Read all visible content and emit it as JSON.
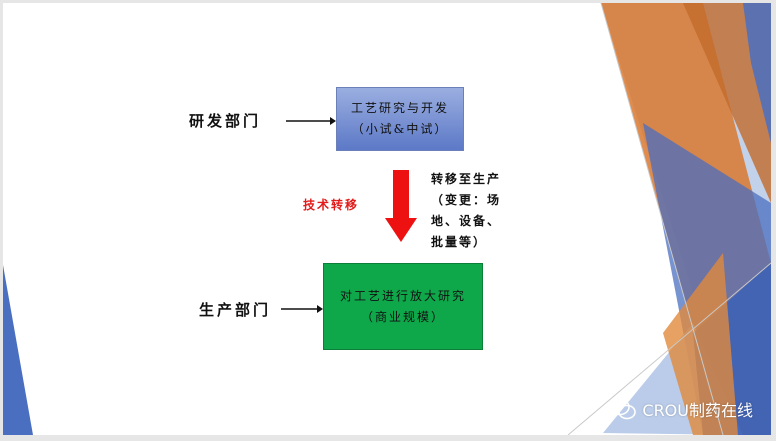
{
  "diagram": {
    "rd_department_label": "研发部门",
    "production_department_label": "生产部门",
    "process_box": {
      "title": "工艺研究与开发",
      "subtitle": "（小试&中试）"
    },
    "scaleup_box": {
      "title": "对工艺进行放大研究",
      "subtitle": "（商业规模）"
    },
    "tech_transfer_label": "技术转移",
    "transfer_note": {
      "line1": "转移至生产",
      "line2": "（变更：场",
      "line3": "地、设备、",
      "line4": "批量等）"
    }
  },
  "watermark": {
    "text": "CROU制药在线",
    "icon": "wechat-icon"
  },
  "colors": {
    "blue_box": "#5d79c7",
    "green_box": "#0ea84b",
    "red_arrow": "#ee1111",
    "tech_label": "#e21b1b",
    "orange_accent": "#d9782f",
    "blue_accent": "#4a6fc0"
  }
}
